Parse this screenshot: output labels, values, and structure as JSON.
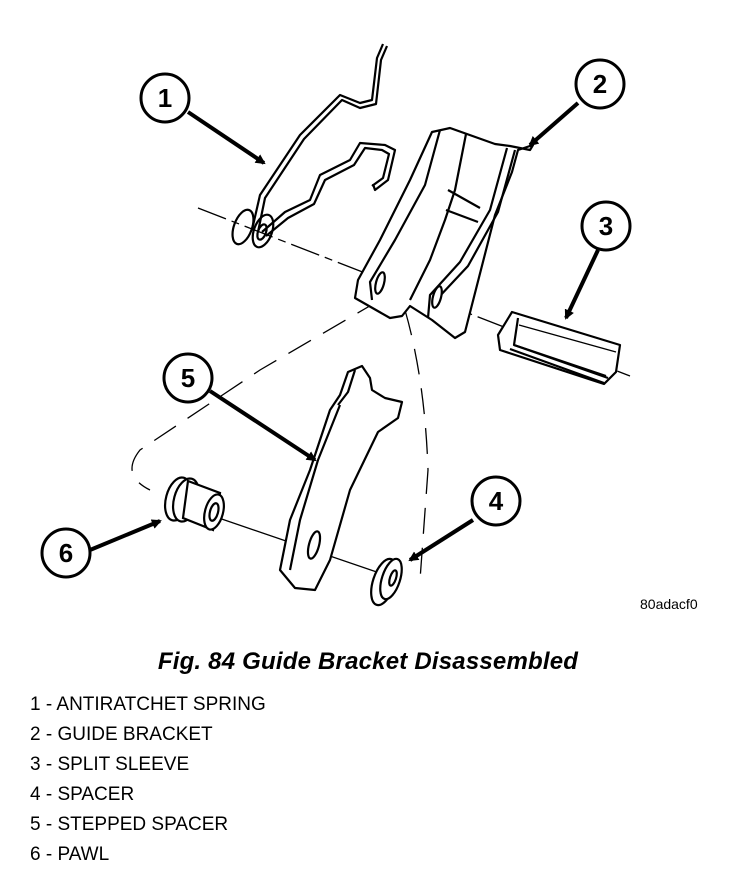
{
  "figure": {
    "title": "Fig. 84 Guide Bracket Disassembled",
    "reference_code": "80adacf0"
  },
  "callouts": [
    {
      "number": "1",
      "part": "ANTIRATCHET SPRING"
    },
    {
      "number": "2",
      "part": "GUIDE BRACKET"
    },
    {
      "number": "3",
      "part": "SPLIT SLEEVE"
    },
    {
      "number": "4",
      "part": "SPACER"
    },
    {
      "number": "5",
      "part": "STEPPED SPACER"
    },
    {
      "number": "6",
      "part": "PAWL"
    }
  ],
  "legend": [
    "1 - ANTIRATCHET SPRING",
    "2 - GUIDE BRACKET",
    "3 - SPLIT SLEEVE",
    "4 - SPACER",
    "5 - STEPPED SPACER",
    "6 - PAWL"
  ]
}
